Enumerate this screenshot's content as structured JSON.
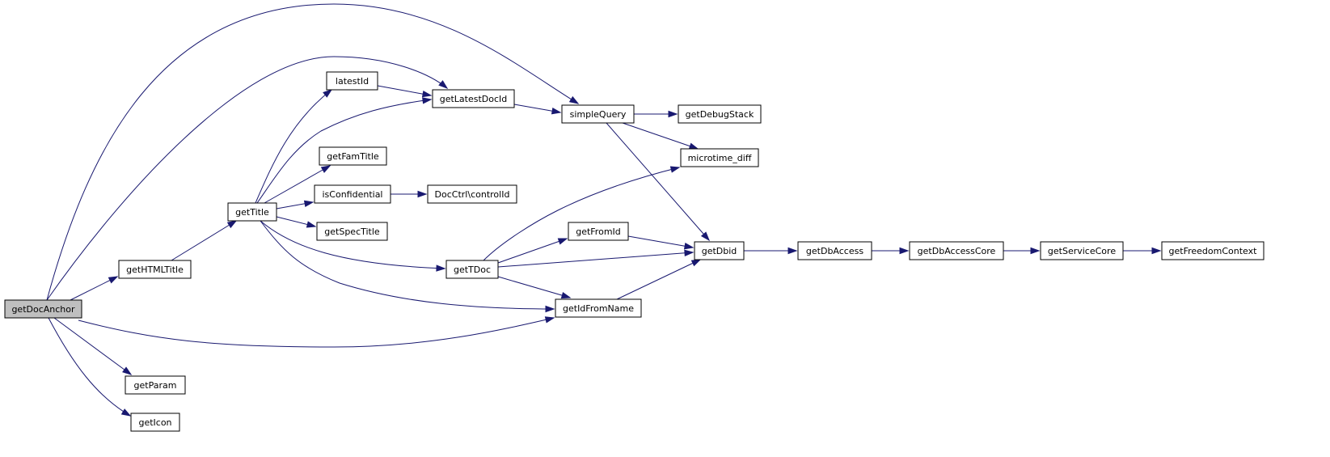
{
  "diagram": {
    "colors": {
      "edge": "#191970",
      "node_border": "#000000",
      "root_fill": "#bfbfbf",
      "node_fill": "#ffffff"
    },
    "nodes": [
      {
        "id": "getDocAnchor",
        "label": "getDocAnchor",
        "root": true
      },
      {
        "id": "getHTMLTitle",
        "label": "getHTMLTitle"
      },
      {
        "id": "getParam",
        "label": "getParam"
      },
      {
        "id": "getIcon",
        "label": "getIcon"
      },
      {
        "id": "getTitle",
        "label": "getTitle"
      },
      {
        "id": "latestId",
        "label": "latestId"
      },
      {
        "id": "getLatestDocId",
        "label": "getLatestDocId"
      },
      {
        "id": "getFamTitle",
        "label": "getFamTitle"
      },
      {
        "id": "isConfidential",
        "label": "isConfidential"
      },
      {
        "id": "getSpecTitle",
        "label": "getSpecTitle"
      },
      {
        "id": "DocCtrl_controlId",
        "label": "DocCtrl\\controlId"
      },
      {
        "id": "getTDoc",
        "label": "getTDoc"
      },
      {
        "id": "simpleQuery",
        "label": "simpleQuery"
      },
      {
        "id": "getFromId",
        "label": "getFromId"
      },
      {
        "id": "getIdFromName",
        "label": "getIdFromName"
      },
      {
        "id": "getDebugStack",
        "label": "getDebugStack"
      },
      {
        "id": "microtime_diff",
        "label": "microtime_diff"
      },
      {
        "id": "getDbid",
        "label": "getDbid"
      },
      {
        "id": "getDbAccess",
        "label": "getDbAccess"
      },
      {
        "id": "getDbAccessCore",
        "label": "getDbAccessCore"
      },
      {
        "id": "getServiceCore",
        "label": "getServiceCore"
      },
      {
        "id": "getFreedomContext",
        "label": "getFreedomContext"
      }
    ],
    "edges": [
      {
        "from": "getDocAnchor",
        "to": "simpleQuery"
      },
      {
        "from": "getDocAnchor",
        "to": "getLatestDocId"
      },
      {
        "from": "getDocAnchor",
        "to": "getHTMLTitle"
      },
      {
        "from": "getDocAnchor",
        "to": "getIdFromName"
      },
      {
        "from": "getDocAnchor",
        "to": "getParam"
      },
      {
        "from": "getDocAnchor",
        "to": "getIcon"
      },
      {
        "from": "getHTMLTitle",
        "to": "getTitle"
      },
      {
        "from": "getTitle",
        "to": "latestId"
      },
      {
        "from": "getTitle",
        "to": "getLatestDocId"
      },
      {
        "from": "getTitle",
        "to": "getFamTitle"
      },
      {
        "from": "getTitle",
        "to": "isConfidential"
      },
      {
        "from": "getTitle",
        "to": "getSpecTitle"
      },
      {
        "from": "getTitle",
        "to": "getTDoc"
      },
      {
        "from": "getTitle",
        "to": "getIdFromName"
      },
      {
        "from": "latestId",
        "to": "getLatestDocId"
      },
      {
        "from": "getLatestDocId",
        "to": "simpleQuery"
      },
      {
        "from": "isConfidential",
        "to": "DocCtrl_controlId"
      },
      {
        "from": "simpleQuery",
        "to": "getDebugStack"
      },
      {
        "from": "simpleQuery",
        "to": "microtime_diff"
      },
      {
        "from": "simpleQuery",
        "to": "getDbid"
      },
      {
        "from": "getTDoc",
        "to": "microtime_diff"
      },
      {
        "from": "getTDoc",
        "to": "getFromId"
      },
      {
        "from": "getTDoc",
        "to": "getDbid"
      },
      {
        "from": "getTDoc",
        "to": "getIdFromName"
      },
      {
        "from": "getFromId",
        "to": "getDbid"
      },
      {
        "from": "getIdFromName",
        "to": "getDbid"
      },
      {
        "from": "getDbid",
        "to": "getDbAccess"
      },
      {
        "from": "getDbAccess",
        "to": "getDbAccessCore"
      },
      {
        "from": "getDbAccessCore",
        "to": "getServiceCore"
      },
      {
        "from": "getServiceCore",
        "to": "getFreedomContext"
      }
    ]
  }
}
